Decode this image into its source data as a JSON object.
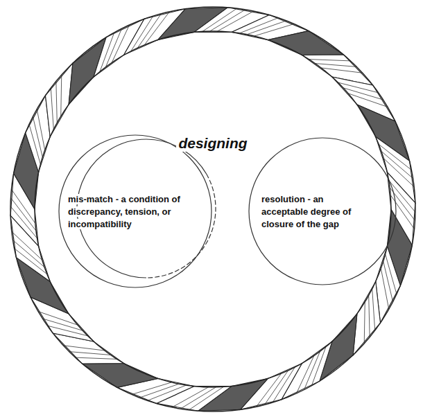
{
  "diagram": {
    "nodes": [
      {
        "text": [
          "designing"
        ]
      },
      {
        "text": [
          "mis-match - a condition of discrepancy, tension, or incompatibility"
        ],
        "in": 0
      },
      {
        "text": [
          "resolution - an acceptable degree of closure of the gap"
        ],
        "in": 0
      }
    ]
  }
}
